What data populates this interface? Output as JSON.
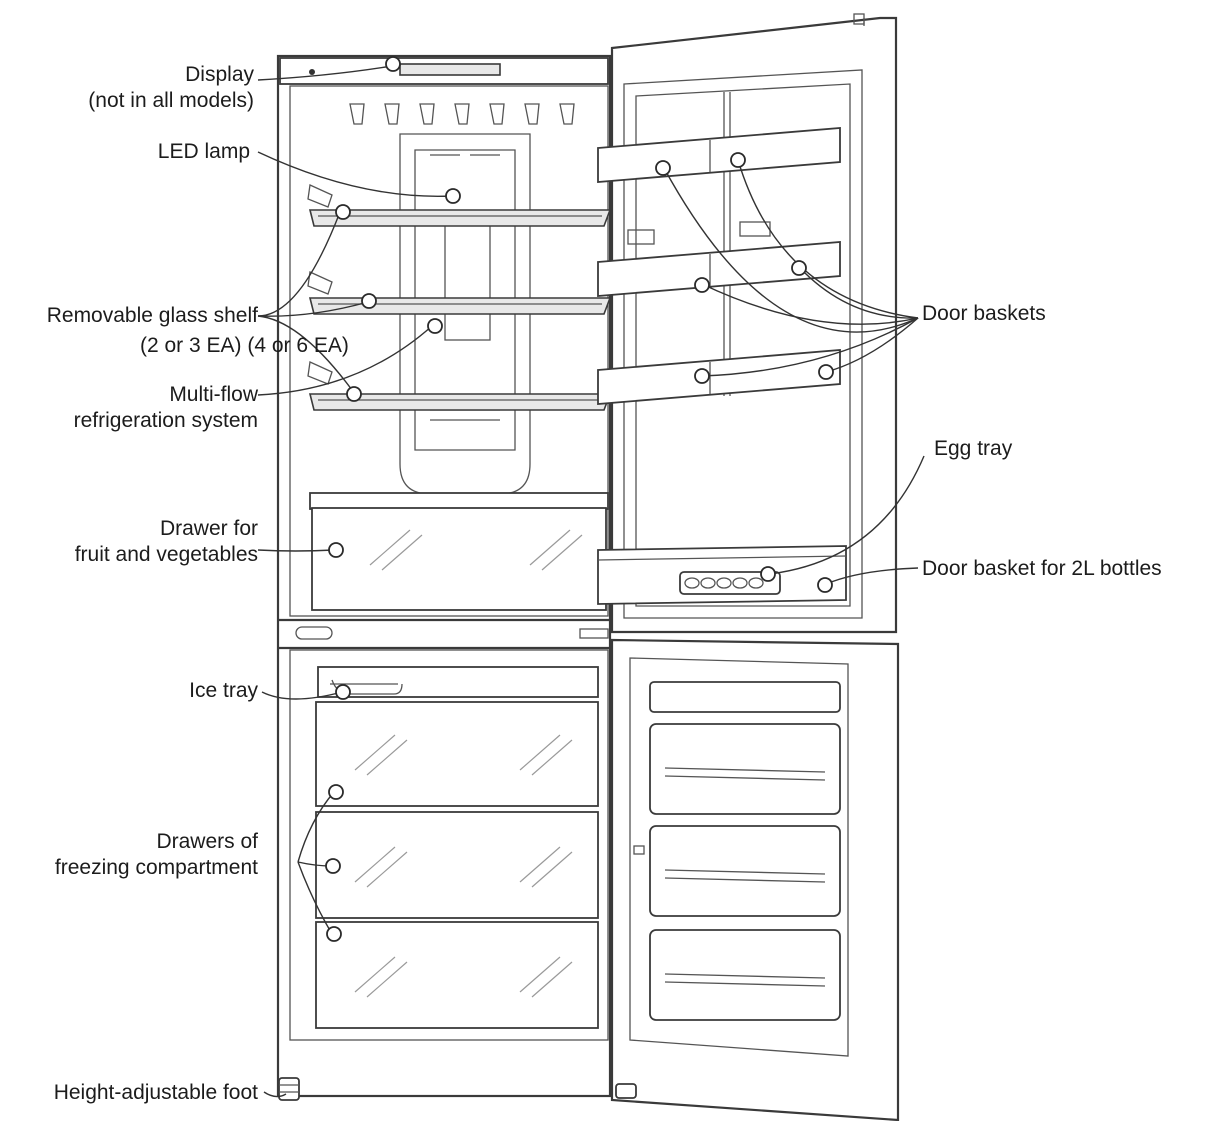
{
  "labels": {
    "display": [
      "Display",
      "(not in all models)"
    ],
    "led_lamp": [
      "LED lamp"
    ],
    "glass_shelf": [
      "Removable glass shelf"
    ],
    "glass_shelf_qty": "(2 or 3 EA) (4 or 6 EA)",
    "multiflow": [
      "Multi-flow",
      "refrigeration system"
    ],
    "drawer_fruit": [
      "Drawer for",
      "fruit and vegetables"
    ],
    "ice_tray": [
      "Ice tray"
    ],
    "freezer_drawers": [
      "Drawers of",
      "freezing compartment"
    ],
    "foot": [
      "Height-adjustable foot"
    ],
    "door_baskets": [
      "Door baskets"
    ],
    "egg_tray": [
      "Egg tray"
    ],
    "bottle_basket": [
      "Door basket for 2L bottles"
    ]
  }
}
